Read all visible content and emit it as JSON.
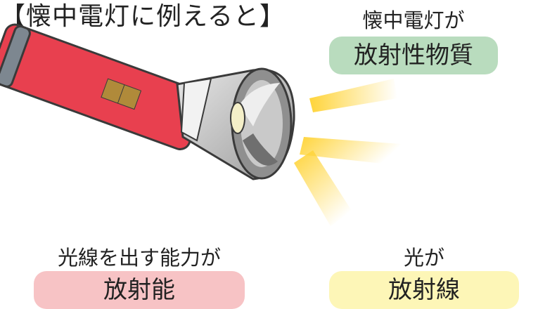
{
  "title": "【懐中電灯に例えると】",
  "material": {
    "caption": "懐中電灯が",
    "term": "放射性物質",
    "color": "#b9dcbe"
  },
  "ability": {
    "caption": "光線を出す能力が",
    "term": "放射能",
    "color": "#f7c3c5"
  },
  "light": {
    "caption": "光が",
    "term": "放射線",
    "color": "#fdf6b7"
  },
  "icons": [
    "flashlight-illustration",
    "light-beam-icon"
  ],
  "colors": {
    "flashlight_body": "#e8404f",
    "flashlight_head": "#b8b8b8",
    "beam": "#ffd43a"
  }
}
